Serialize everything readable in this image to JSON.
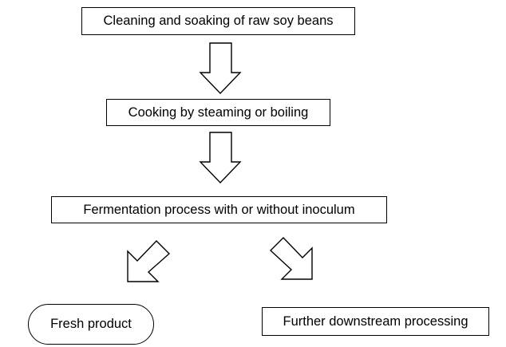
{
  "flowchart": {
    "steps": [
      "Cleaning and soaking of raw soy beans",
      "Cooking by steaming or boiling",
      "Fermentation process with or without inoculum"
    ],
    "outputs": [
      "Fresh product",
      "Further downstream processing"
    ]
  },
  "colors": {
    "stroke": "#000000",
    "fill": "#ffffff"
  },
  "icons": {
    "connectors": "hollow-block-arrow"
  }
}
